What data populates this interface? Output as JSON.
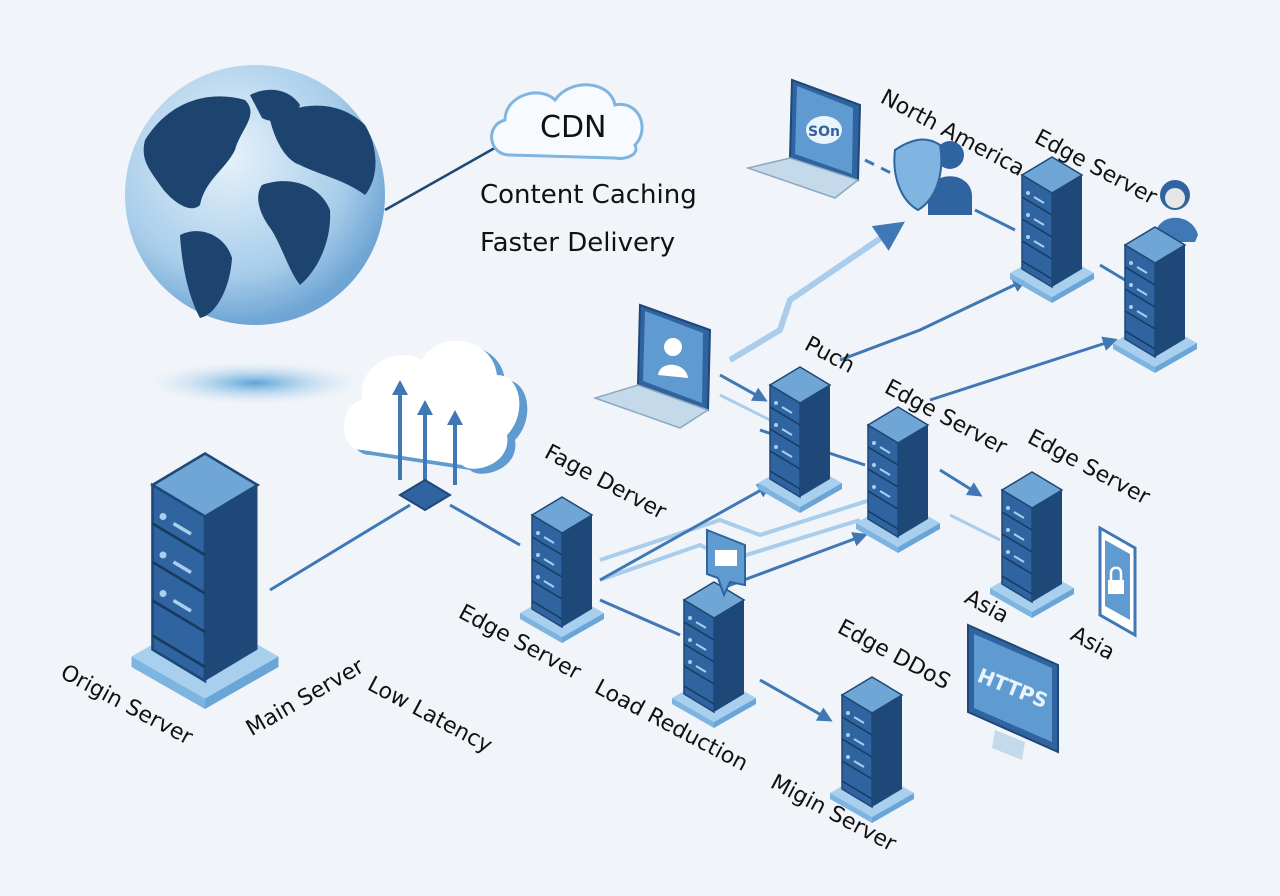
{
  "title": "CDN",
  "features": [
    "Content Caching",
    "Faster Delivery"
  ],
  "labels": {
    "north_america": "North America",
    "edge_server_top": "Edge Server",
    "puch": "Puch",
    "edge_server_mid": "Edge Server",
    "edge_server_right": "Edge Server",
    "fage_derver": "Fage Derver",
    "edge_server_bottom": "Edge Server",
    "load_reduction": "Load Reduction",
    "edge_ddos": "Edge DDoS",
    "migin_server": "Migin Server",
    "asia_1": "Asia",
    "asia_2": "Asia",
    "origin_server": "Origin Server",
    "main_server": "Main Server",
    "low_latency": "Low Latency"
  },
  "devices": {
    "laptop_top_screen_text": "SOn",
    "monitor_text": "HTTPS"
  },
  "colors": {
    "background": "#f1f5f9",
    "server_front": "#2f64a0",
    "server_side": "#1e4877",
    "server_top": "#6fa6d6",
    "base": "#9cc8ea",
    "line": "#3f78b5",
    "line_light": "#a9cdea",
    "globe_land": "#1d436f",
    "globe_ocean": "#bcd9ef"
  }
}
